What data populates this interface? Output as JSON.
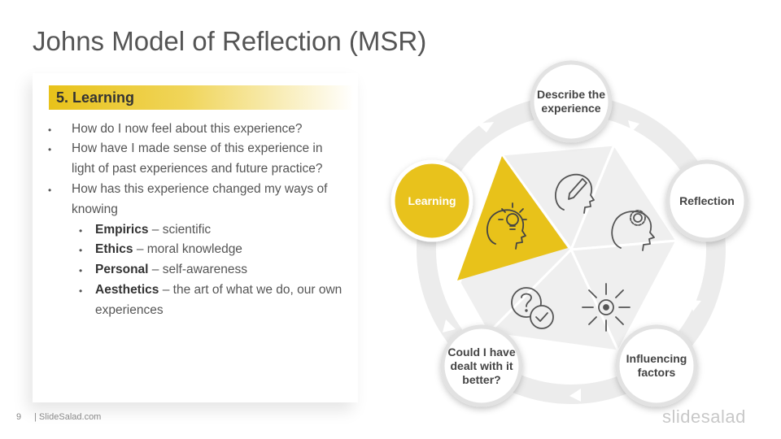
{
  "title": "Johns Model of Reflection (MSR)",
  "section": {
    "header": "5. Learning",
    "bullets": [
      "How do I now feel about this experience?",
      "How have I made sense of this experience in",
      "light of past experiences and future practice?",
      "How has this experience changed my ways of",
      "knowing"
    ],
    "sub_bullets": [
      {
        "term": "Empirics",
        "desc": "– scientific"
      },
      {
        "term": "Ethics",
        "desc": "– moral knowledge"
      },
      {
        "term": "Personal",
        "desc": "– self-awareness"
      },
      {
        "term": "Aesthetics",
        "desc": "– the art of what we do, our own"
      }
    ],
    "sub_bullet_continuation": "experiences"
  },
  "diagram": {
    "nodes": {
      "describe": "Describe the experience",
      "reflection": "Reflection",
      "influencing": "Influencing factors",
      "could_have": "Could I have dealt with it better?",
      "learning": "Learning"
    },
    "icons": [
      "head-pencil-icon",
      "head-gear-icon",
      "arrows-target-icon",
      "question-check-icon",
      "head-lightbulb-icon"
    ],
    "highlight_color": "#e8c21a",
    "segment_color": "#efefef"
  },
  "footer": {
    "page_number": "9",
    "site": "| SlideSalad.com",
    "brand": "slidesalad"
  }
}
